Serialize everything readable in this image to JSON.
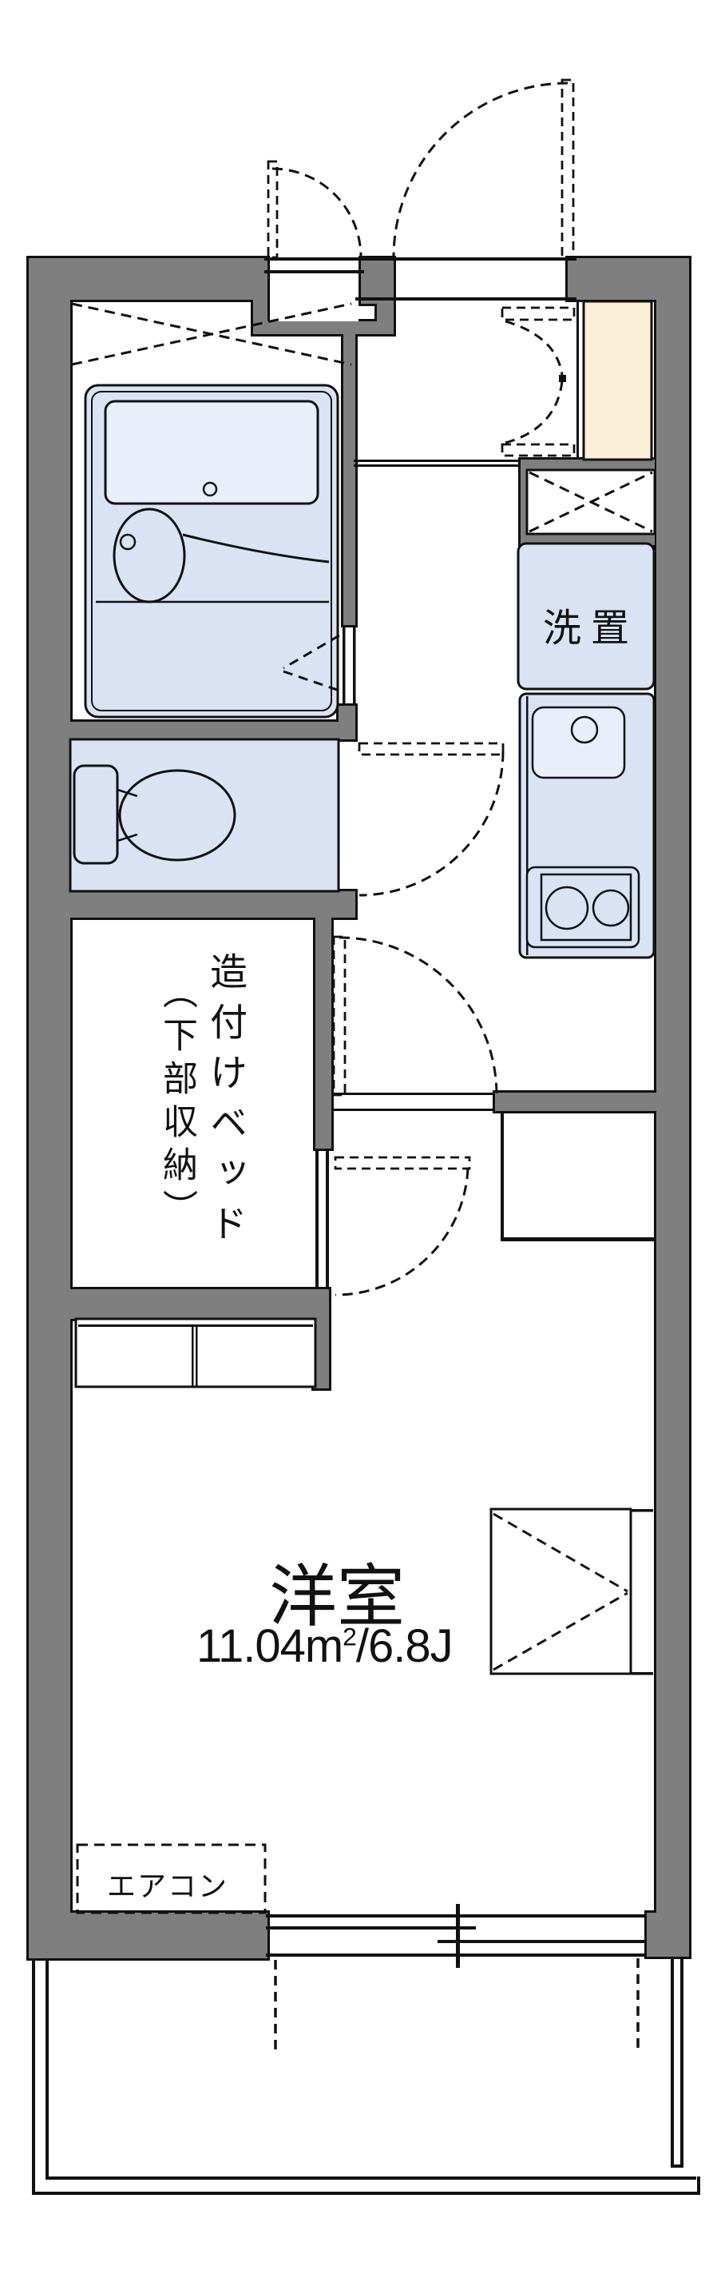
{
  "colors": {
    "wall_gray": "#7f7f7f",
    "fixture_blue": "#d9e3f4",
    "fixture_blue_light": "#e8eefa",
    "cabinet_cream": "#fbf0d7",
    "line": "#111111",
    "background": "#ffffff"
  },
  "labels": {
    "washer_space": "洗置",
    "built_in_bed_col1": "造付けベッド",
    "built_in_bed_col2": "（下部収納）",
    "room_name": "洋室",
    "room_area_full": "11.04㎡/6.8J",
    "room_area_prefix": "11.04m",
    "room_area_sup": "2",
    "room_area_suffix": "/6.8J",
    "aircon": "エアコン"
  }
}
